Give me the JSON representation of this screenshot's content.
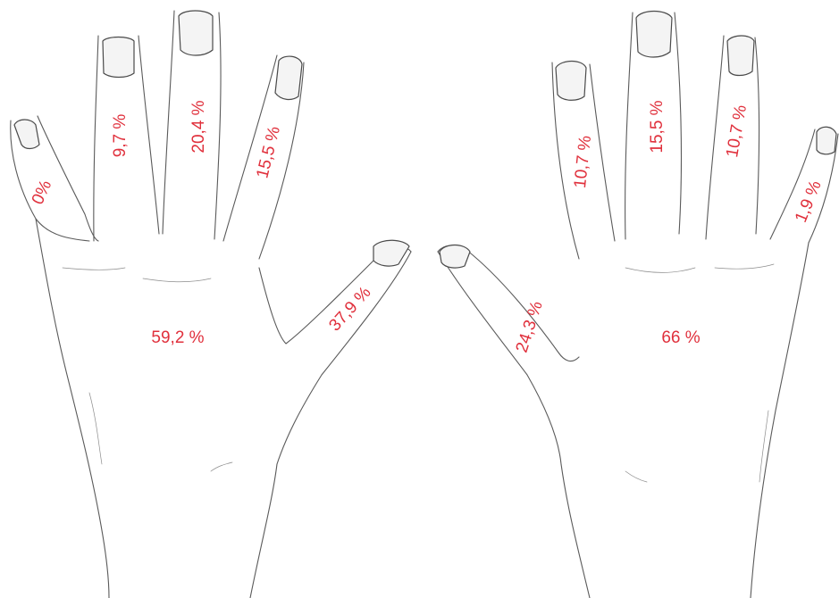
{
  "colors": {
    "label": "#e0303c",
    "sketch": "#5a5a5a"
  },
  "left_hand": {
    "little": "0%",
    "ring": "9,7 %",
    "middle": "20,4 %",
    "index": "15,5 %",
    "thumb": "37,9 %",
    "palm": "59,2 %"
  },
  "right_hand": {
    "index": "10,7 %",
    "middle": "15,5 %",
    "ring": "10,7 %",
    "little": "1,9 %",
    "thumb": "24,3 %",
    "palm": "66 %"
  }
}
